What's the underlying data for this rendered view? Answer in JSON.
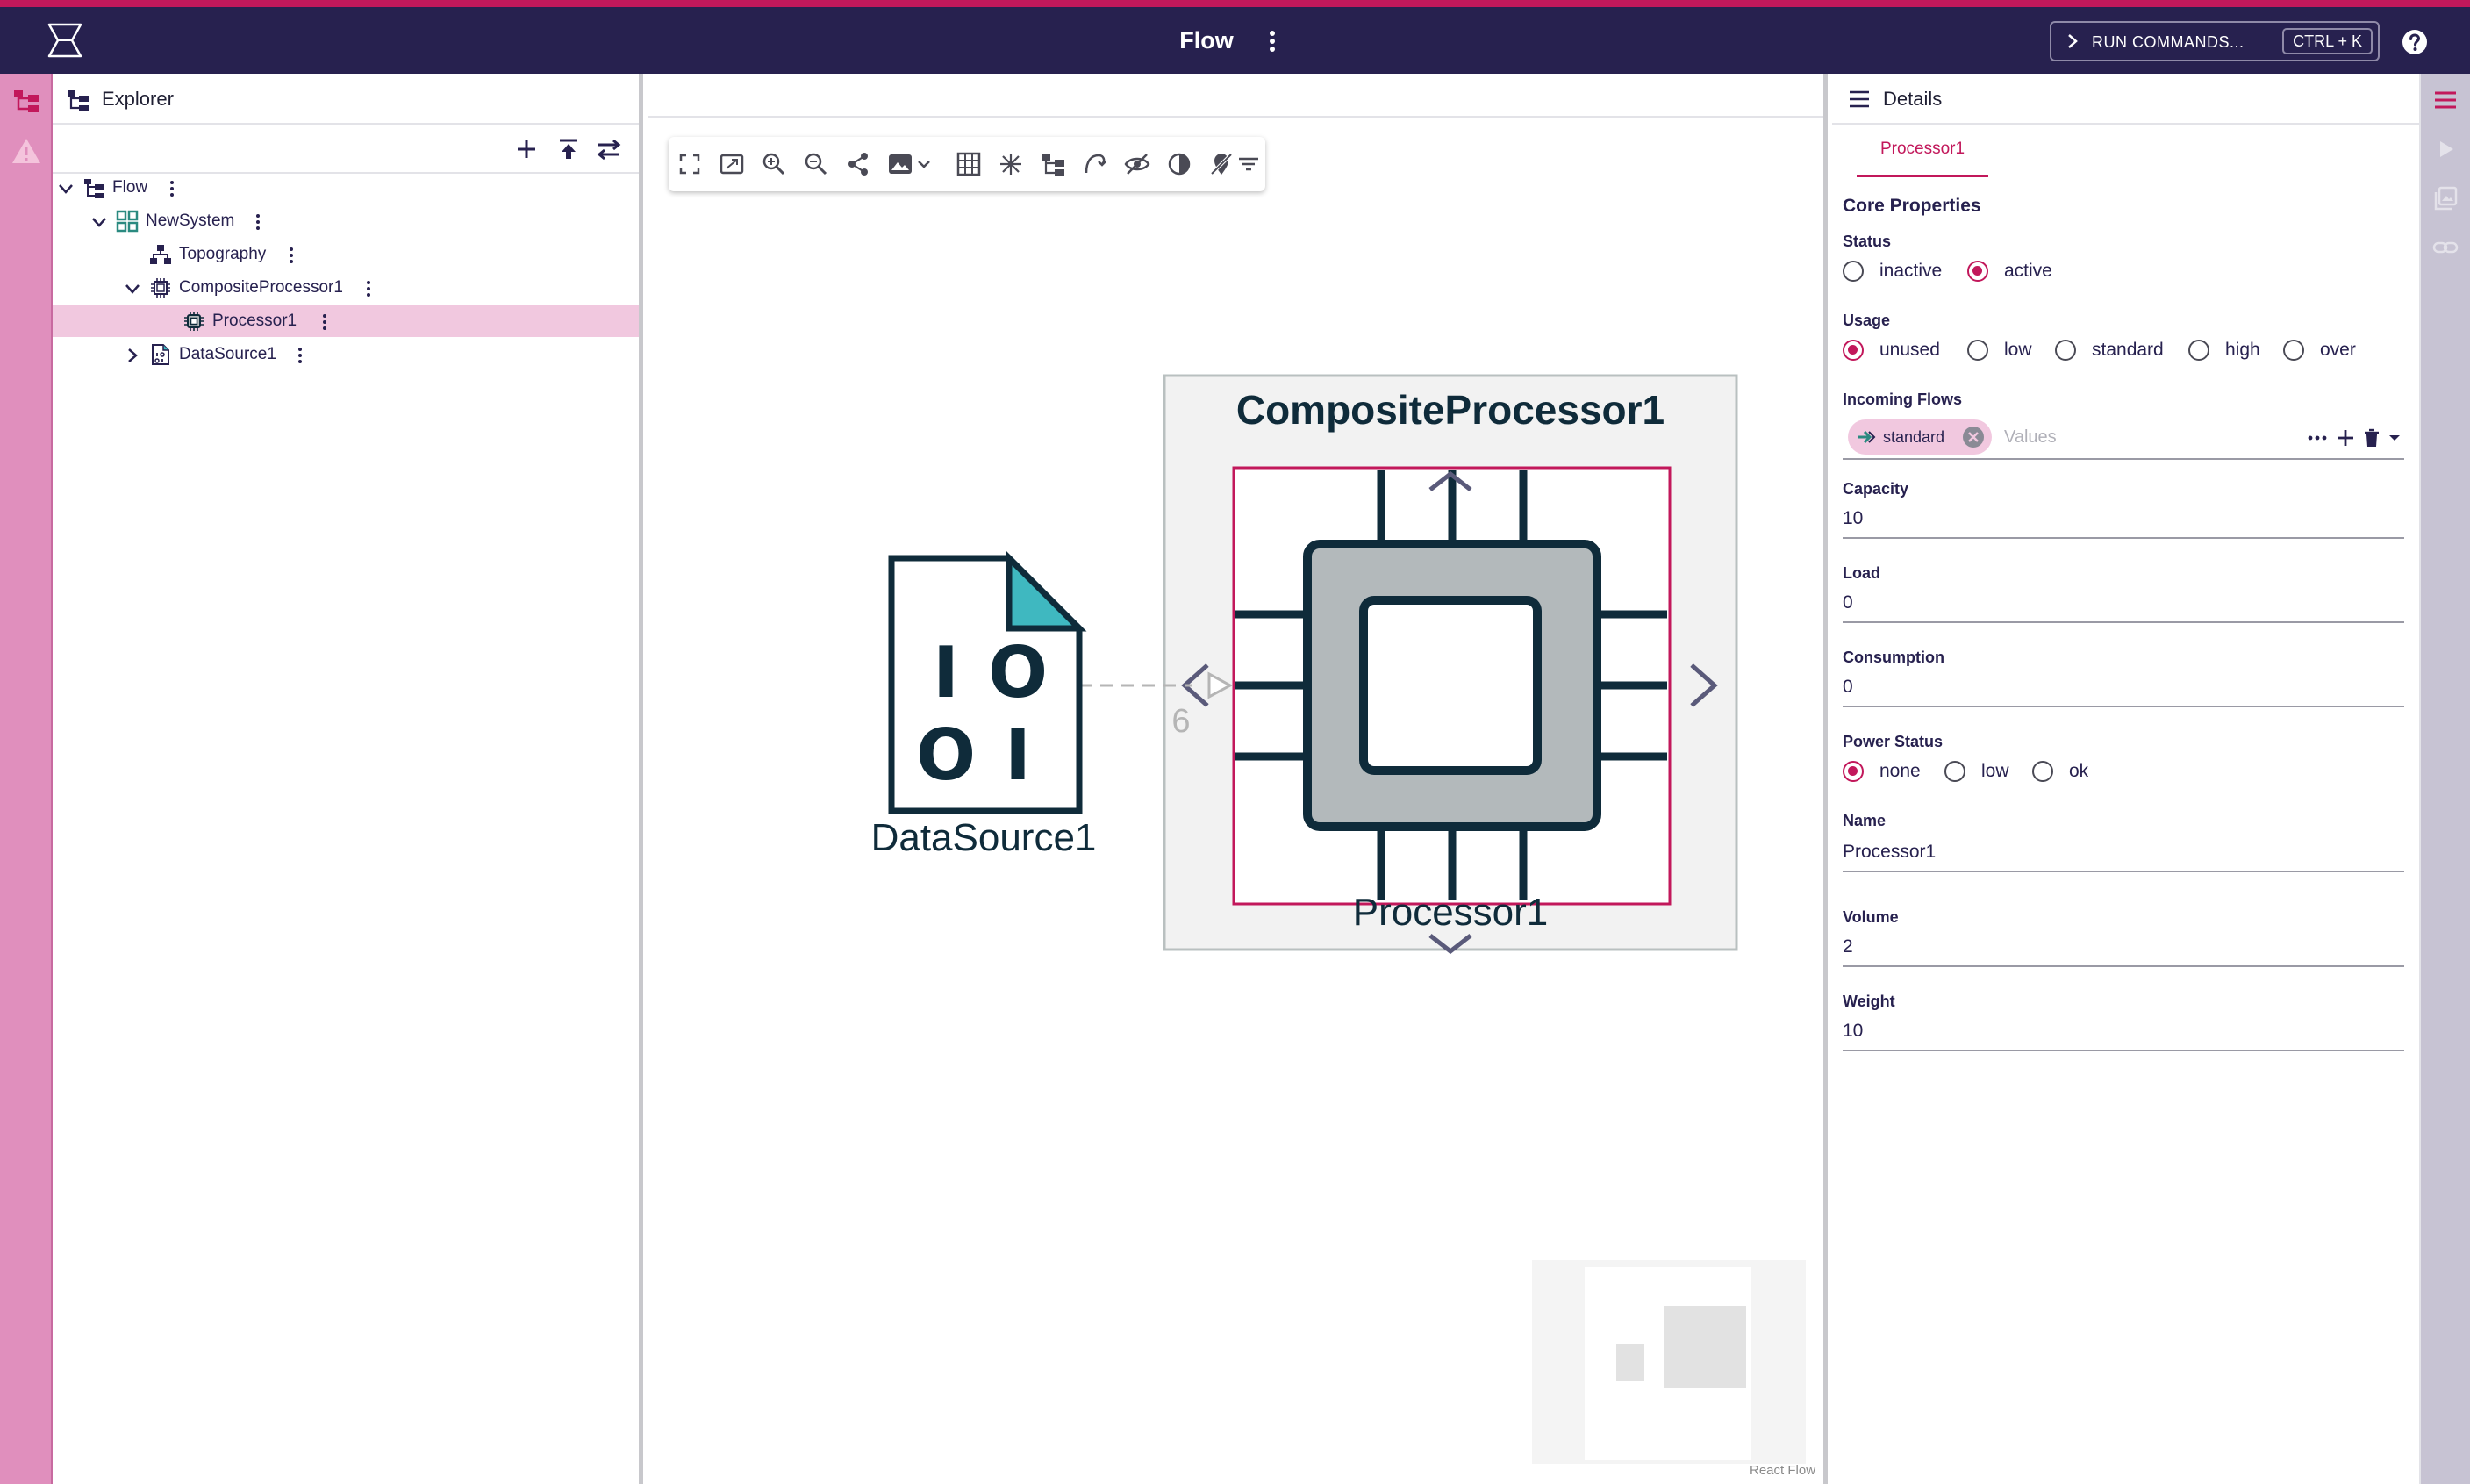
{
  "app": {
    "title": "Flow",
    "run_commands_label": "RUN COMMANDS...",
    "run_commands_shortcut": "CTRL + K"
  },
  "explorer": {
    "title": "Explorer",
    "tree": [
      {
        "label": "Flow",
        "expanded": true,
        "icon": "hierarchy-icon"
      },
      {
        "label": "NewSystem",
        "expanded": true,
        "icon": "system-grid-icon"
      },
      {
        "label": "Topography",
        "icon": "topography-icon"
      },
      {
        "label": "CompositeProcessor1",
        "expanded": true,
        "icon": "composite-processor-icon"
      },
      {
        "label": "Processor1",
        "selected": true,
        "icon": "processor-icon"
      },
      {
        "label": "DataSource1",
        "expanded": false,
        "icon": "data-source-icon"
      }
    ]
  },
  "canvas": {
    "composite_label": "CompositeProcessor1",
    "processor_label": "Processor1",
    "datasource_label": "DataSource1",
    "datasource_digits": [
      "I",
      "O",
      "O",
      "I"
    ],
    "edge_label": "6",
    "attribution": "React Flow"
  },
  "details": {
    "title": "Details",
    "tab": "Processor1",
    "section": "Core Properties",
    "status": {
      "label": "Status",
      "options": [
        "inactive",
        "active"
      ],
      "selected": "active"
    },
    "usage": {
      "label": "Usage",
      "options": [
        "unused",
        "low",
        "standard",
        "high",
        "over"
      ],
      "selected": "unused"
    },
    "incoming_flows": {
      "label": "Incoming Flows",
      "chips": [
        "standard"
      ],
      "placeholder": "Values"
    },
    "capacity": {
      "label": "Capacity",
      "value": "10"
    },
    "load": {
      "label": "Load",
      "value": "0"
    },
    "consumption": {
      "label": "Consumption",
      "value": "0"
    },
    "power_status": {
      "label": "Power Status",
      "options": [
        "none",
        "low",
        "ok"
      ],
      "selected": "none"
    },
    "name": {
      "label": "Name",
      "value": "Processor1"
    },
    "volume": {
      "label": "Volume",
      "value": "2"
    },
    "weight": {
      "label": "Weight",
      "value": "10"
    }
  },
  "colors": {
    "header": "#27214f",
    "accent": "#c2185b",
    "selected_row": "#f1c8df",
    "left_rail": "#e08fbd",
    "node_teal": "#3fb8c0",
    "node_dark": "#0f2b3a"
  }
}
